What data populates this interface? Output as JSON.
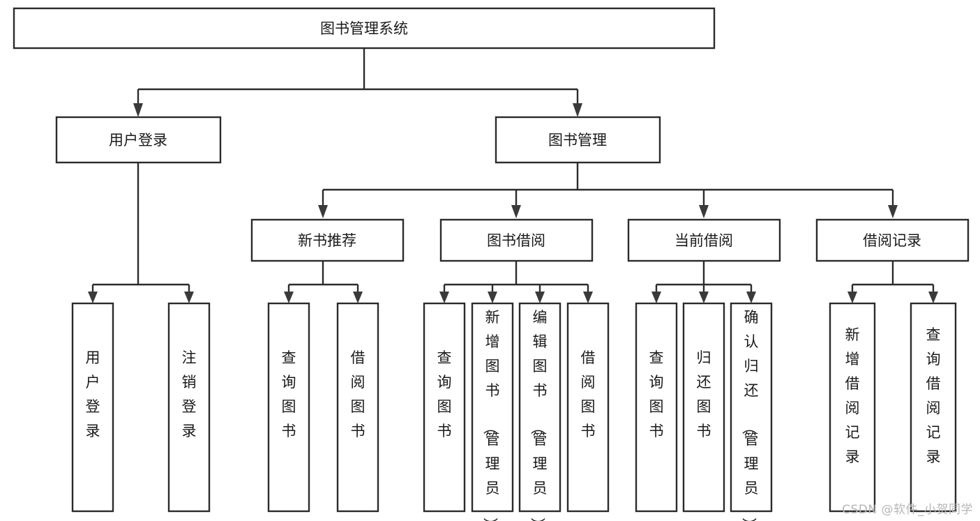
{
  "diagram": {
    "type": "tree",
    "orientation": "top-down",
    "root": {
      "id": "root",
      "label": "图书管理系统"
    },
    "level2": [
      {
        "id": "user-login",
        "label": "用户登录"
      },
      {
        "id": "book-manage",
        "label": "图书管理"
      }
    ],
    "level3": [
      {
        "id": "new-book-rec",
        "label": "新书推荐",
        "parent": "book-manage"
      },
      {
        "id": "book-borrow",
        "label": "图书借阅",
        "parent": "book-manage"
      },
      {
        "id": "current-borrow",
        "label": "当前借阅",
        "parent": "book-manage"
      },
      {
        "id": "borrow-record",
        "label": "借阅记录",
        "parent": "book-manage"
      }
    ],
    "leaves": [
      {
        "id": "leaf-user-login",
        "label": "用户登录",
        "parent": "user-login"
      },
      {
        "id": "leaf-logout",
        "label": "注销登录",
        "parent": "user-login"
      },
      {
        "id": "leaf-query-book-1",
        "label": "查询图书",
        "parent": "new-book-rec"
      },
      {
        "id": "leaf-borrow-book-1",
        "label": "借阅图书",
        "parent": "new-book-rec"
      },
      {
        "id": "leaf-query-book-2",
        "label": "查询图书",
        "parent": "book-borrow"
      },
      {
        "id": "leaf-add-book",
        "label": "新增图书（管理员）",
        "parent": "book-borrow"
      },
      {
        "id": "leaf-edit-book",
        "label": "编辑图书（管理员）",
        "parent": "book-borrow"
      },
      {
        "id": "leaf-borrow-book-2",
        "label": "借阅图书",
        "parent": "book-borrow"
      },
      {
        "id": "leaf-query-book-3",
        "label": "查询图书",
        "parent": "current-borrow"
      },
      {
        "id": "leaf-return-book",
        "label": "归还图书",
        "parent": "current-borrow"
      },
      {
        "id": "leaf-confirm-return",
        "label": "确认归还（管理员）",
        "parent": "current-borrow"
      },
      {
        "id": "leaf-add-record",
        "label": "新增借阅记录",
        "parent": "borrow-record"
      },
      {
        "id": "leaf-query-record",
        "label": "查询借阅记录",
        "parent": "borrow-record"
      }
    ],
    "colors": {
      "box_stroke": "#2b2b2b",
      "box_fill": "#ffffff",
      "connector": "#2b2b2b",
      "text": "#1a1a1a",
      "background": "#ffffff",
      "watermark": "#b6b6b6"
    }
  },
  "watermark": {
    "text": "CSDN @软件_小贺同学"
  }
}
